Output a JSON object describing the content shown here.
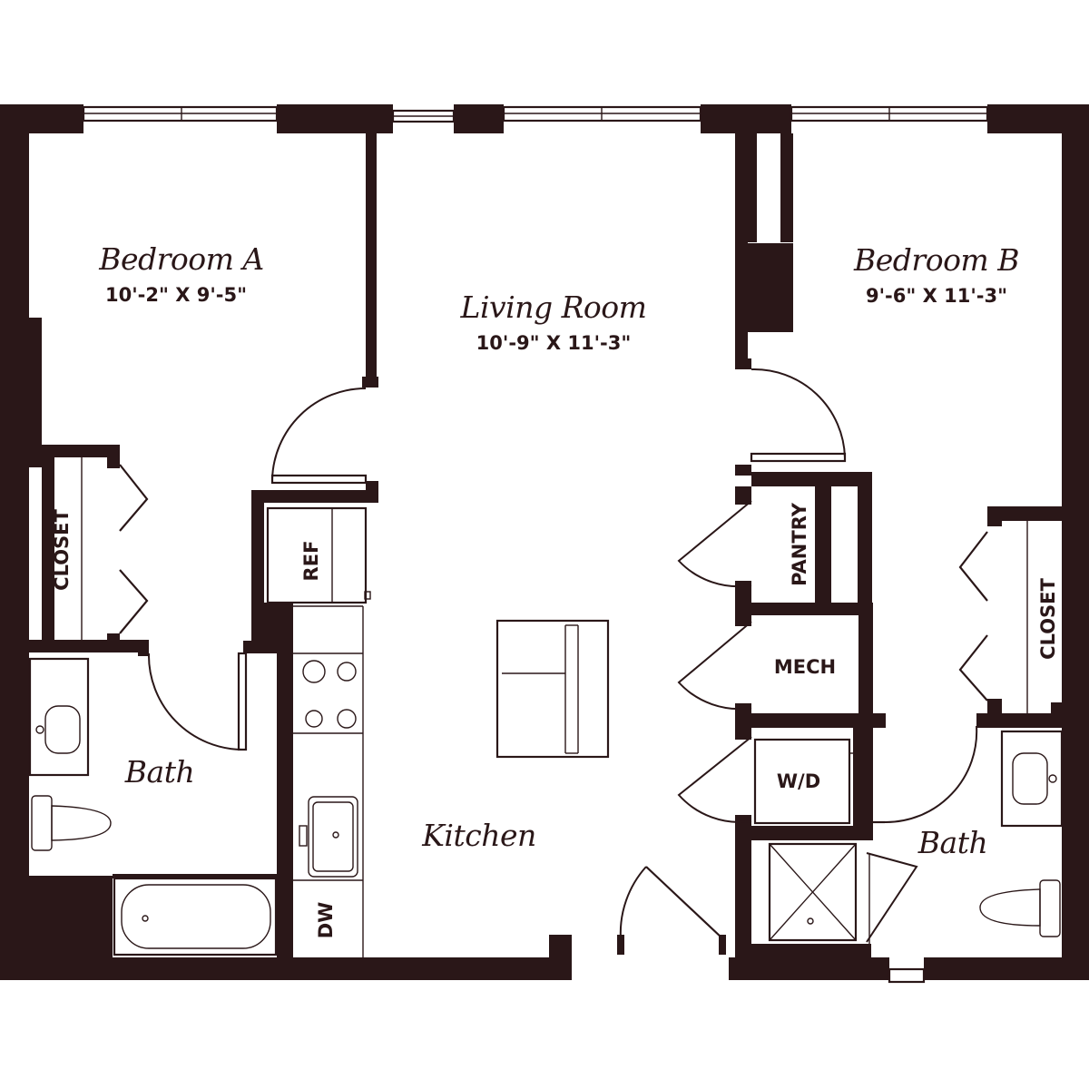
{
  "colors": {
    "wall": "#2a1718",
    "background": "#ffffff"
  },
  "rooms": {
    "bedroom_a": {
      "name": "Bedroom A",
      "dims": "10'-2\" X 9'-5\""
    },
    "living_room": {
      "name": "Living Room",
      "dims": "10'-9\" X 11'-3\""
    },
    "bedroom_b": {
      "name": "Bedroom B",
      "dims": "9'-6\" X 11'-3\""
    },
    "bath_a": {
      "name": "Bath"
    },
    "bath_b": {
      "name": "Bath"
    },
    "kitchen": {
      "name": "Kitchen"
    }
  },
  "labels": {
    "closet_a": "CLOSET",
    "closet_b": "CLOSET",
    "ref": "REF",
    "pantry": "PANTRY",
    "mech": "MECH",
    "wd": "W/D",
    "dw": "DW"
  }
}
